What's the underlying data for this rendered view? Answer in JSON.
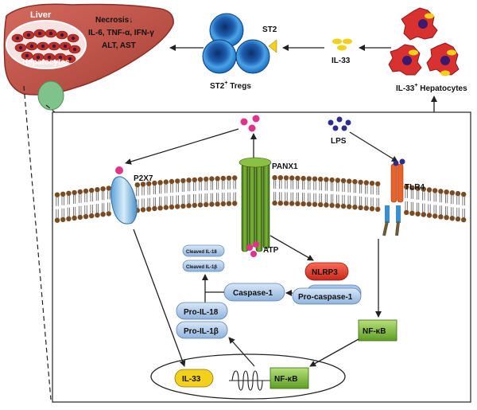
{
  "liver": {
    "title": "Liver",
    "cells_label": "Hepatocytes",
    "effects": [
      "Necrosis↓",
      "IL-6, TNF-α, IFN-γ",
      "ALT, AST"
    ]
  },
  "tregs": {
    "receptor": "ST2",
    "label": "ST2",
    "label_sup": "+",
    "label_rest": " Tregs"
  },
  "il33": {
    "label": "IL-33"
  },
  "hepatocytes_release": {
    "label": "IL-33",
    "label_sup": "+",
    "label_rest": " Hepatocytes"
  },
  "membrane": {
    "lps": "LPS",
    "p2x7": "P2X7",
    "panx1": "PANX1",
    "tlr4": "TLR4",
    "atp": "ATP"
  },
  "inflammasome": {
    "nlrp3": "NLRP3",
    "pro_caspase": "Pro-caspase-1",
    "caspase": "Caspase-1",
    "pro_il18": "Pro-IL-18",
    "pro_il1b": "Pro-IL-1β",
    "cleaved_il18": "Cleaved IL-18",
    "cleaved_il1b": "Cleaved IL-1β"
  },
  "nucleus": {
    "il33": "IL-33",
    "nfkb": "NF-κB"
  },
  "nfkb_cyto": "NF-κB",
  "colors": {
    "liver": "#c0504d",
    "treg": "#2e86c9",
    "il33_dot": "#f2d01b",
    "hepatocyte": "#d93030",
    "atp_dot": "#e0338a",
    "lps_dot": "#2b2e8c",
    "panx1": "#5a8a1f",
    "nlrp3": "#e03a2a",
    "blue_box": "#a9c6e8",
    "nfkb": "#7bbf3a"
  }
}
